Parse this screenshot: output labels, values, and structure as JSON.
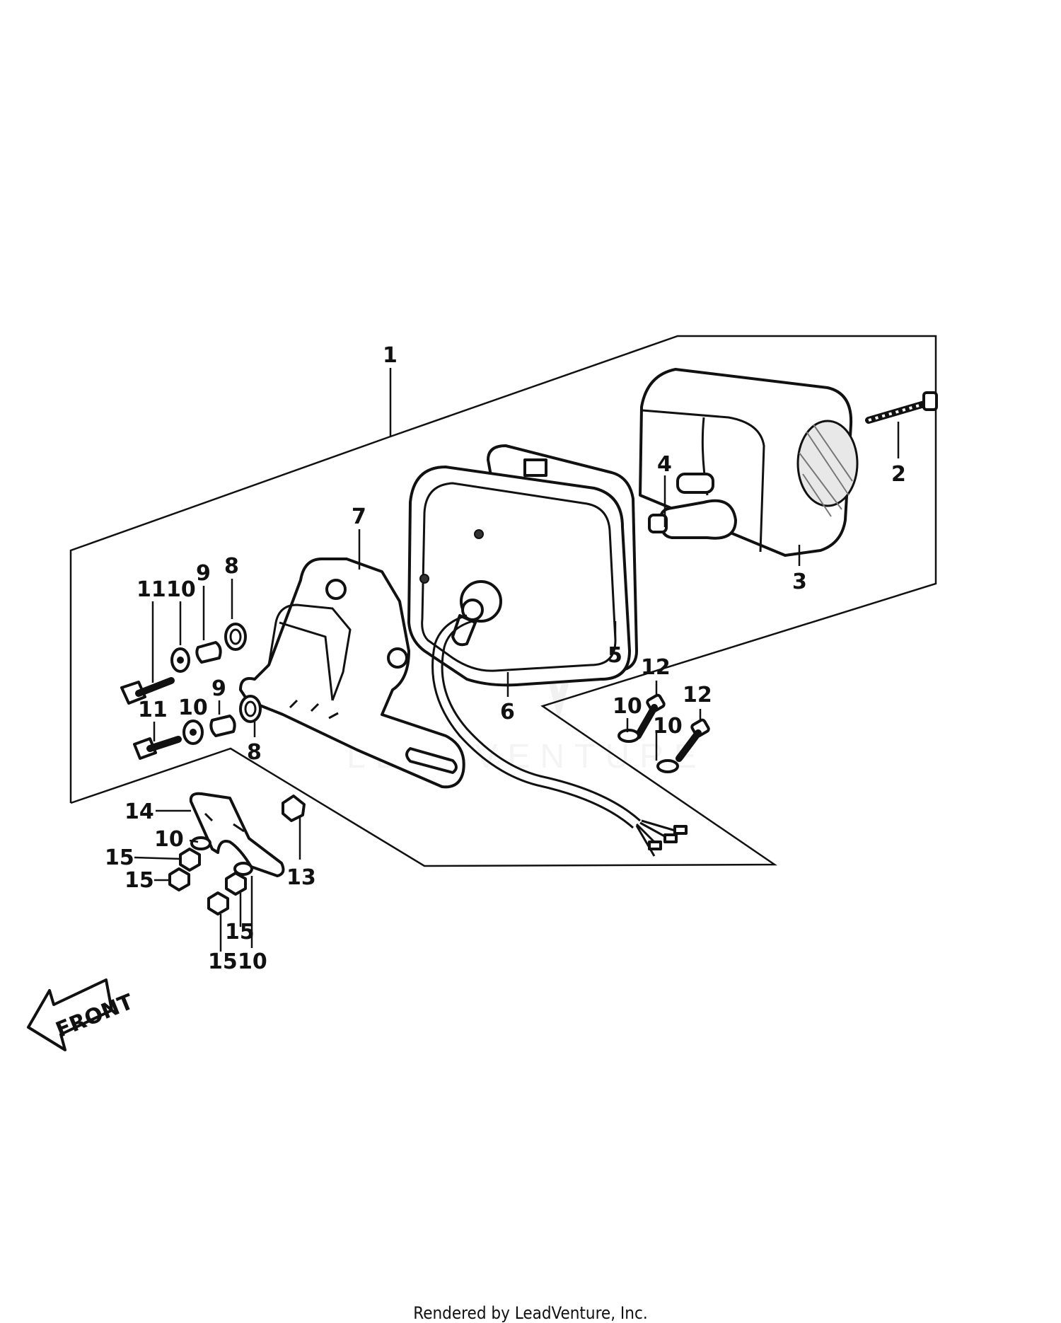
{
  "diagram": {
    "callouts": [
      "1",
      "2",
      "3",
      "4",
      "5",
      "6",
      "7",
      "8",
      "8",
      "9",
      "9",
      "10",
      "10",
      "10",
      "10",
      "10",
      "10",
      "11",
      "11",
      "12",
      "12",
      "13",
      "14",
      "15",
      "15",
      "15",
      "15"
    ],
    "front_label": "FRONT",
    "watermark": "LEADVENTURE"
  },
  "footer": {
    "text": "Rendered by LeadVenture, Inc."
  }
}
